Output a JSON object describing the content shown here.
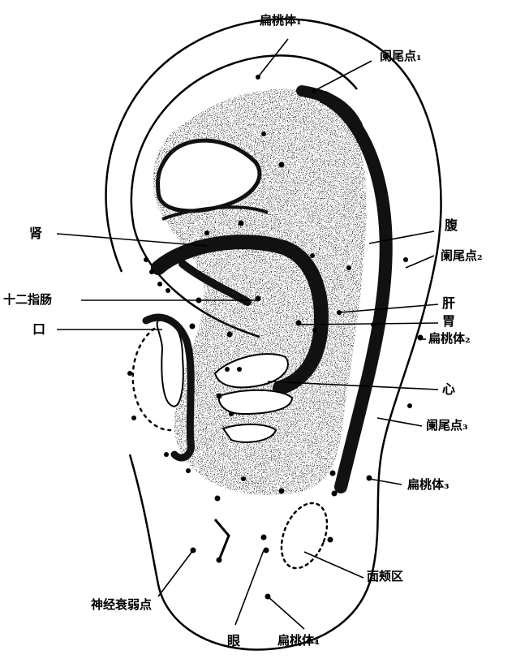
{
  "labels": {
    "tonsil_1": "扁桃体₁",
    "helix_tail_1": "阑尾点₁",
    "kidney": "肾",
    "abdomen": "腹",
    "helix_tail_2": "阑尾点₂",
    "duodenum": "十二指肠",
    "liver": "肝",
    "mouth": "口",
    "stomach": "胃",
    "tonsil_2": "扁桃体₂",
    "heart": "心",
    "helix_tail_3": "阑尾点₃",
    "tonsil_3": "扁桃体₃",
    "face_cheek": "面颊区",
    "neurasthenia": "神经衰弱点",
    "eye": "眼",
    "tonsil_4": "扁桃体₄"
  },
  "colors": {
    "ink": "#000000",
    "paper": "#ffffff",
    "shade": "#1a1a1a"
  }
}
